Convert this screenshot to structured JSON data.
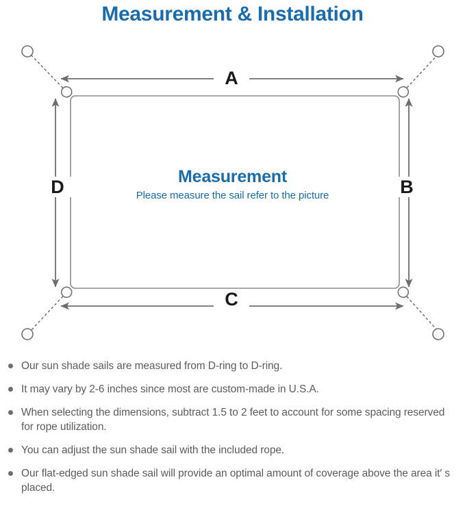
{
  "page": {
    "title": "Measurement & Installation",
    "accent_color": "#1a6cab",
    "line_color": "#6e6e6e",
    "text_color": "#5c5c5c"
  },
  "diagram": {
    "sail_title": "Measurement",
    "sail_subtitle": "Please measure the sail refer to the picture",
    "dimension_labels": {
      "top": "A",
      "right": "B",
      "bottom": "C",
      "left": "D"
    },
    "anchor_count": 4,
    "d_ring_count": 4
  },
  "notes": [
    "Our sun shade sails are measured from D-ring to D-ring.",
    "It may vary by 2-6 inches since most are custom-made in U.S.A.",
    "When selecting the dimensions, subtract 1.5 to 2 feet to account for some spacing reserved for rope utilization.",
    "You can adjust the sun shade sail with the included rope.",
    "Our flat-edged sun shade sail will provide an optimal amount of coverage above the area it′ s placed."
  ]
}
